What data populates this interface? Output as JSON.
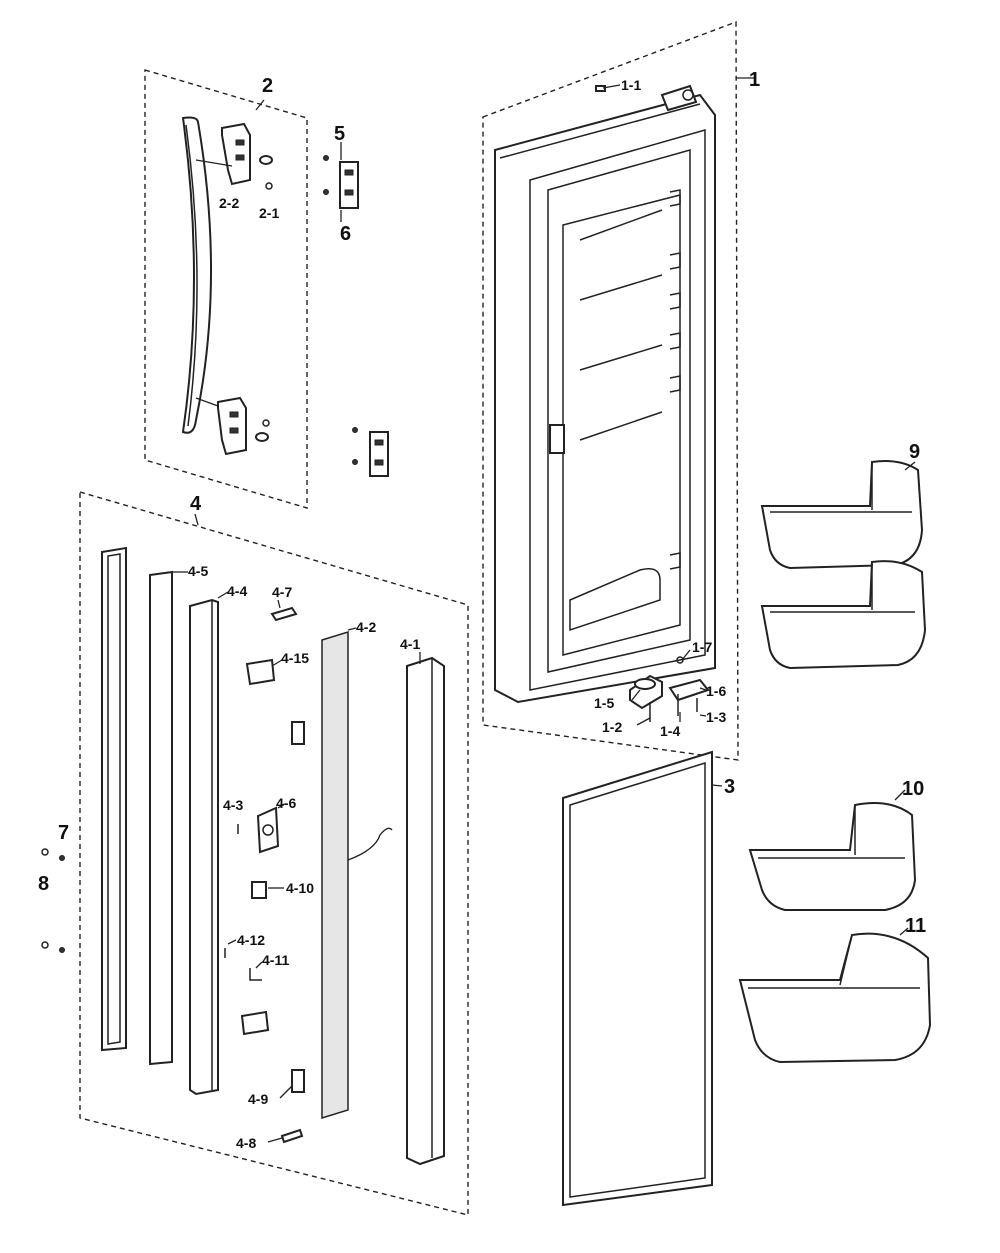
{
  "diagram": {
    "labels": {
      "l1": "1",
      "l1_1": "1-1",
      "l1_2": "1-2",
      "l1_3": "1-3",
      "l1_4": "1-4",
      "l1_5": "1-5",
      "l1_6": "1-6",
      "l1_7": "1-7",
      "l2": "2",
      "l2_1": "2-1",
      "l2_2": "2-2",
      "l3": "3",
      "l4": "4",
      "l4_1": "4-1",
      "l4_2": "4-2",
      "l4_3": "4-3",
      "l4_4": "4-4",
      "l4_5": "4-5",
      "l4_6": "4-6",
      "l4_7": "4-7",
      "l4_8": "4-8",
      "l4_9": "4-9",
      "l4_10": "4-10",
      "l4_11": "4-11",
      "l4_12": "4-12",
      "l4_15": "4-15",
      "l5": "5",
      "l6": "6",
      "l7": "7",
      "l8": "8",
      "l9": "9",
      "l10": "10",
      "l11": "11"
    }
  }
}
